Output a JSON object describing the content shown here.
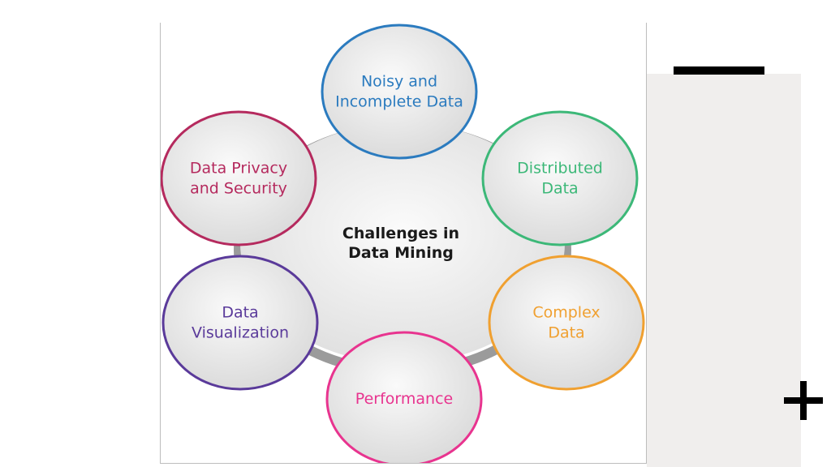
{
  "diagram": {
    "center_label": [
      "Challenges in",
      "Data Mining"
    ],
    "nodes": [
      {
        "id": "noisy",
        "lines": [
          "Noisy and",
          "Incomplete Data"
        ],
        "color": "#2b7bbf"
      },
      {
        "id": "distributed",
        "lines": [
          "Distributed",
          "Data"
        ],
        "color": "#3cb878"
      },
      {
        "id": "complex",
        "lines": [
          "Complex",
          "Data"
        ],
        "color": "#f0a030"
      },
      {
        "id": "performance",
        "lines": [
          "Performance"
        ],
        "color": "#e8348f"
      },
      {
        "id": "visualization",
        "lines": [
          "Data",
          "Visualization"
        ],
        "color": "#5a3a9a"
      },
      {
        "id": "privacy",
        "lines": [
          "Data Privacy",
          "and Security"
        ],
        "color": "#b52a5e"
      }
    ]
  }
}
